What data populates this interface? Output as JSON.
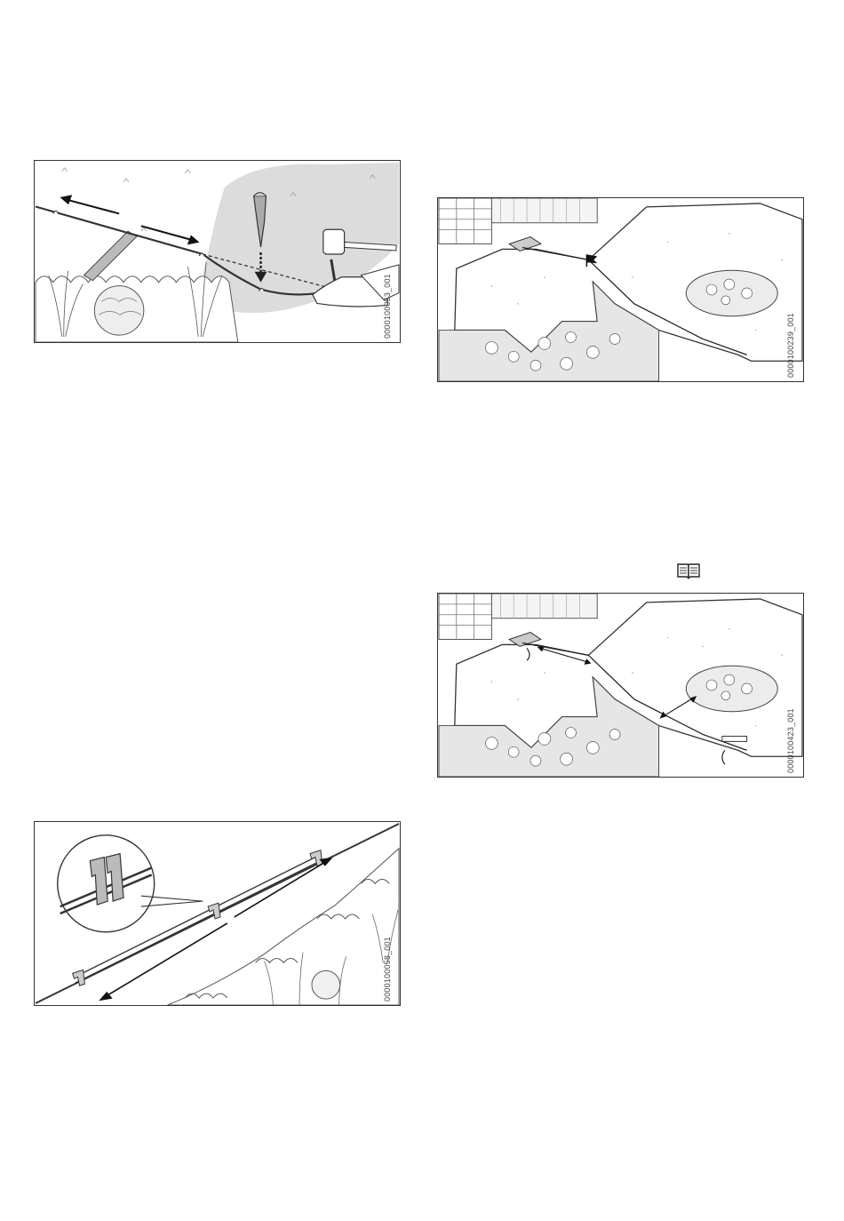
{
  "figures": [
    {
      "id": "fig1",
      "code": "0000100053_001"
    },
    {
      "id": "fig2",
      "code": "0000100239_001"
    },
    {
      "id": "fig3",
      "code": "0000100423_001"
    },
    {
      "id": "fig4",
      "code": "0000100058_001"
    }
  ],
  "icons": {
    "reference": "open-book-icon"
  },
  "colors": {
    "ink": "#333333",
    "shade": "#dcdcdc",
    "lawn": "#ffffff"
  }
}
